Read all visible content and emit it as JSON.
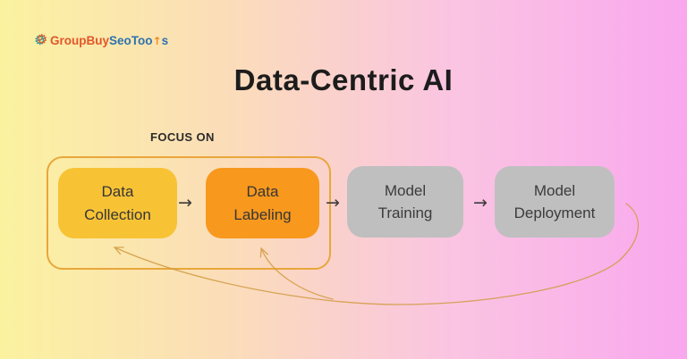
{
  "background": {
    "gradient_left": "#FBF2A0",
    "gradient_mid": "#FBDDB9",
    "gradient_right": "#F9A8EE"
  },
  "logo": {
    "gear_glyph": "⚙",
    "text_orange": "GroupBuy",
    "text_blue": "SeoToo",
    "arrow_glyph": "↑",
    "text_suffix": "s",
    "color_orange": "#E2562B",
    "color_blue": "#2D72AE"
  },
  "title": "Data-Centric AI",
  "focus": {
    "label": "FOCUS ON",
    "frame_color": "#E9A63B"
  },
  "flow": {
    "connector_glyph": "→",
    "steps": [
      {
        "line1": "Data",
        "line2": "Collection",
        "bg": "#F7C335",
        "in_focus": true
      },
      {
        "line1": "Data",
        "line2": "Labeling",
        "bg": "#F8981D",
        "in_focus": true
      },
      {
        "line1": "Model",
        "line2": "Training",
        "bg": "#BFBFBF",
        "in_focus": false
      },
      {
        "line1": "Model",
        "line2": "Deployment",
        "bg": "#BFBFBF",
        "in_focus": false
      }
    ]
  },
  "feedback_arrows": {
    "color": "#D09A40",
    "from": "Model Deployment",
    "to": [
      "Data Collection",
      "Data Labeling"
    ]
  }
}
